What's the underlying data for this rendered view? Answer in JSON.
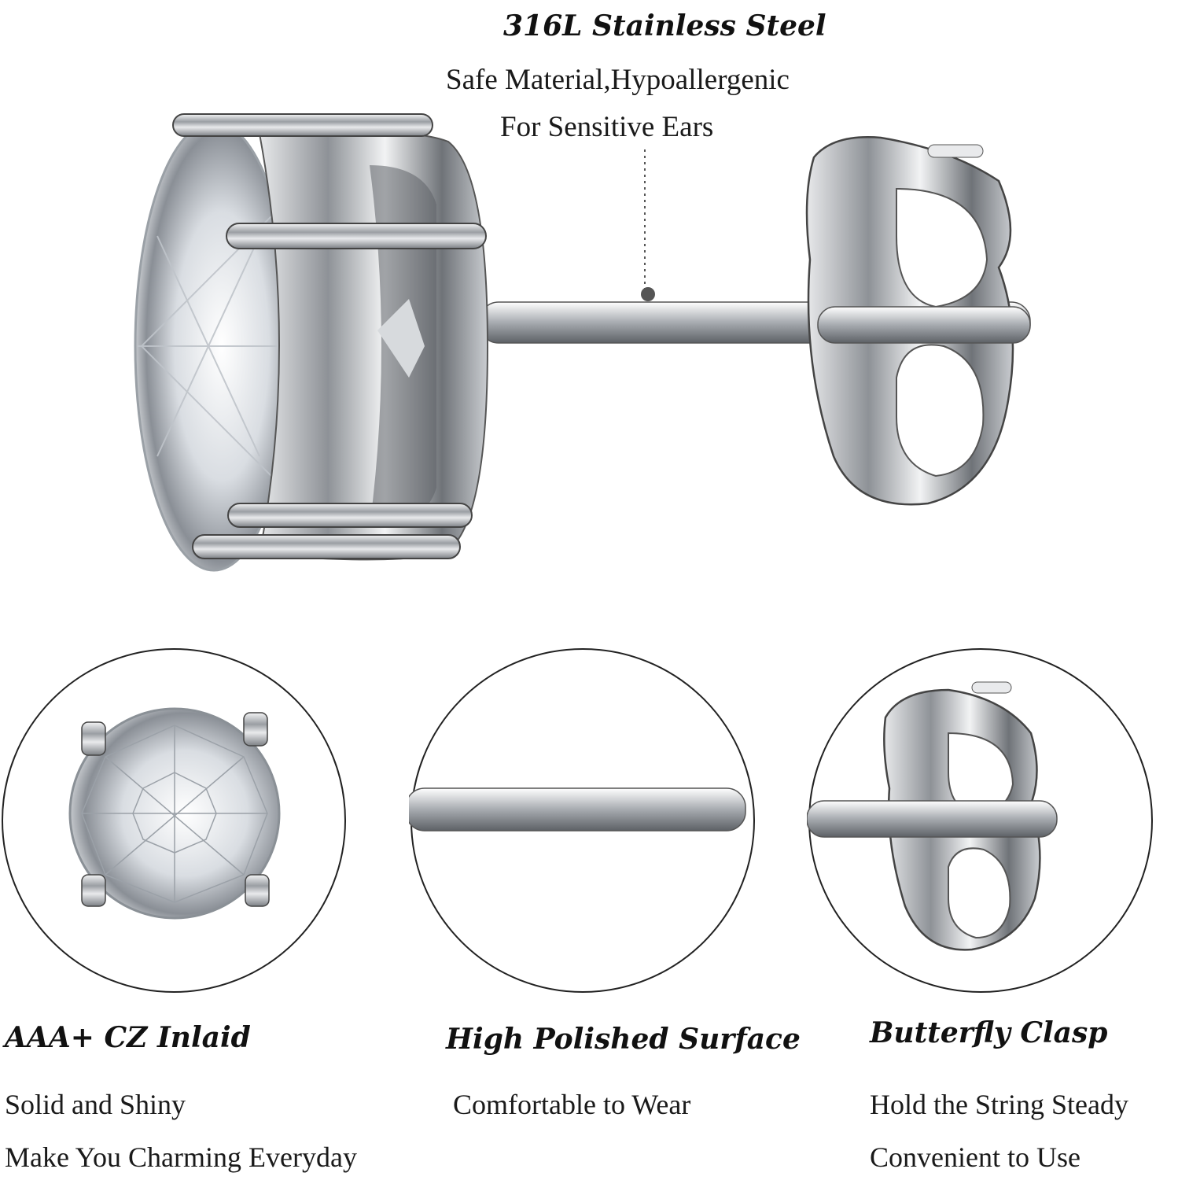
{
  "header": {
    "title": "316L Stainless Steel",
    "line1": "Safe Material,Hypoallergenic",
    "line2": "For Sensitive Ears"
  },
  "features": [
    {
      "title": "AAA+ CZ Inlaid",
      "line1": "Solid and Shiny",
      "line2": "Make You Charming Everyday"
    },
    {
      "title": "High Polished Surface",
      "line1": "Comfortable to Wear"
    },
    {
      "title": "Butterfly Clasp",
      "line1": "Hold the String Steady",
      "line2": "Convenient to Use"
    }
  ],
  "colors": {
    "steel": "#b8bcc0",
    "steel_dark": "#6e7378",
    "outline": "#222222",
    "text": "#111111"
  }
}
